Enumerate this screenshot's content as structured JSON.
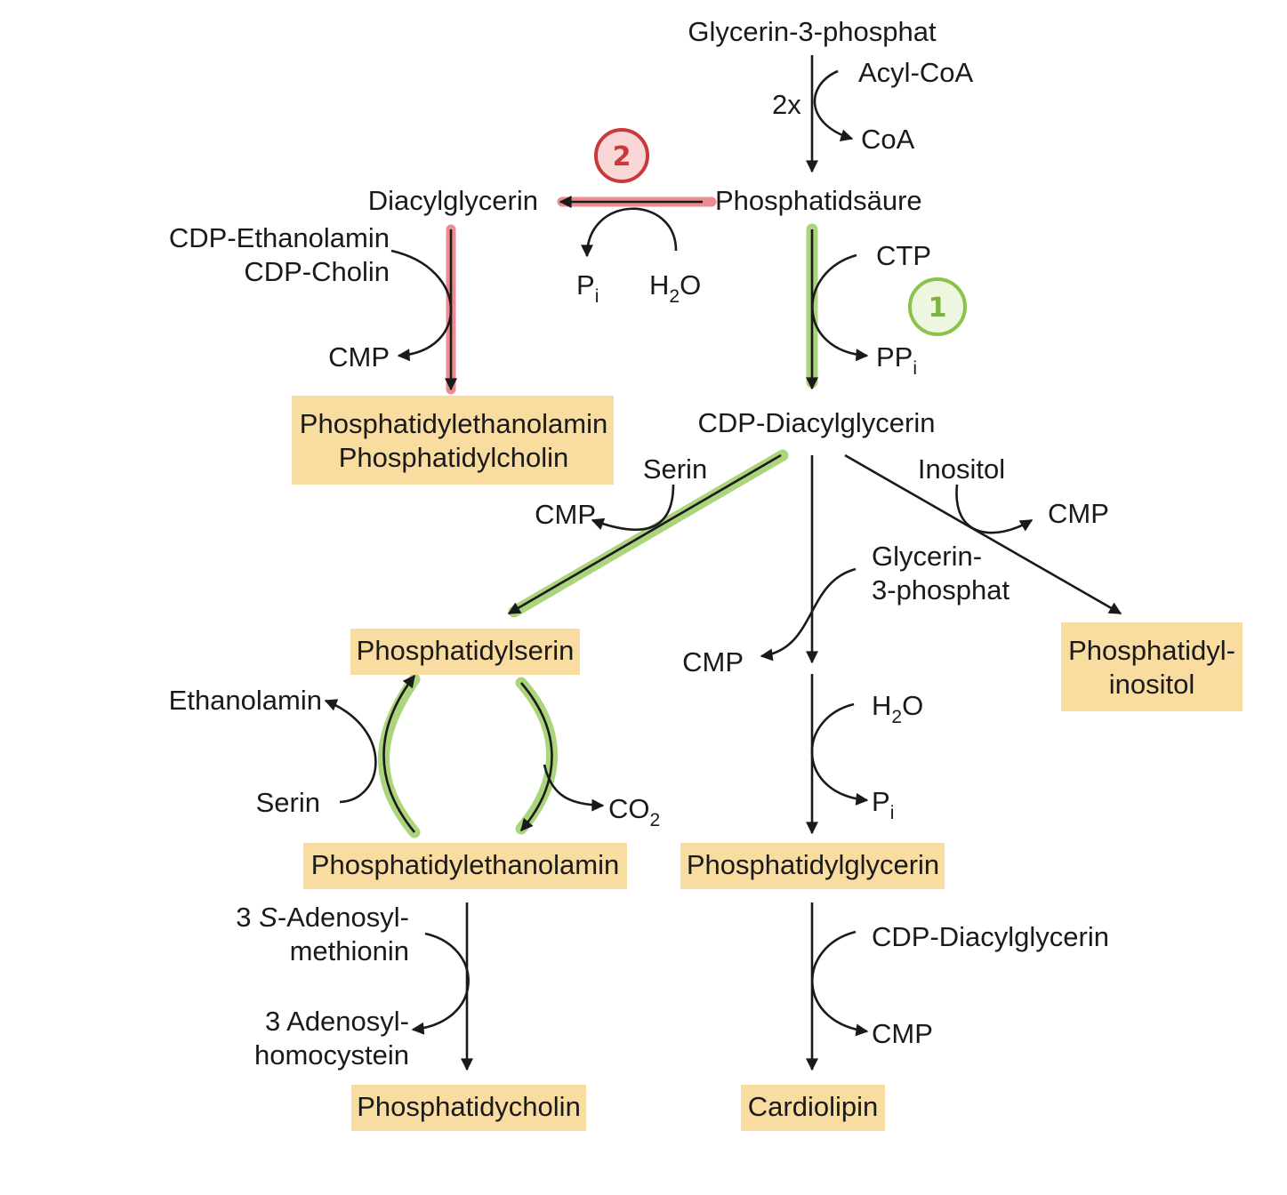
{
  "colors": {
    "box_fill": "#f9dca0",
    "highlight_red": "#e8797c",
    "highlight_green": "#9ccc65",
    "badge_red": "#c9393b",
    "badge_green": "#8bc34a"
  },
  "badges": {
    "red": "2",
    "green": "1"
  },
  "nodes": {
    "glycerin3p_top": "Glycerin-3-phosphat",
    "phosphatidsaeure": "Phosphatidsäure",
    "diacylglycerin": "Diacylglycerin",
    "cdp_diacylglycerin": "CDP-Diacylglycerin",
    "pe_pc_line1": "Phosphatidylethanolamin",
    "pe_pc_line2": "Phosphatidylcholin",
    "phosphatidylserin": "Phosphatidylserin",
    "phosphatidylethanolamin": "Phosphatidylethanolamin",
    "phosphatidycholin": "Phosphatidycholin",
    "phosphatidylglycerin": "Phosphatidylglycerin",
    "cardiolipin": "Cardiolipin",
    "pi_line1": "Phosphatidyl-",
    "pi_line2": "inositol"
  },
  "cofactors": {
    "acyl_coa": "Acyl-CoA",
    "coa": "CoA",
    "twox": "2x",
    "pi_dag": "P",
    "pi_sub": "i",
    "h2o_dag_h": "H",
    "h2o_dag_2": "2",
    "h2o_dag_o": "O",
    "ctp": "CTP",
    "ppi": "PP",
    "ppi_sub": "i",
    "cdp_ethanolamin": "CDP-Ethanolamin",
    "cdp_cholin": "CDP-Cholin",
    "cmp_pe": "CMP",
    "serin_top": "Serin",
    "cmp_serin": "CMP",
    "inositol": "Inositol",
    "cmp_inositol": "CMP",
    "g3p_line1": "Glycerin-",
    "g3p_line2": "3-phosphat",
    "cmp_pg": "CMP",
    "h2o_pg_h": "H",
    "h2o_pg_2": "2",
    "h2o_pg_o": "O",
    "pi_pg": "P",
    "pi_pg_sub": "i",
    "ethanolamin": "Ethanolamin",
    "serin_left": "Serin",
    "co2": "CO",
    "co2_sub": "2",
    "sam_line1_num": "3 ",
    "sam_line1_s": "S",
    "sam_line1_rest": "-Adenosyl-",
    "sam_line2": "methionin",
    "sah_line1": "3 Adenosyl-",
    "sah_line2": "homocystein",
    "cdp_dag_cardio": "CDP-Diacylglycerin",
    "cmp_cardio": "CMP"
  }
}
